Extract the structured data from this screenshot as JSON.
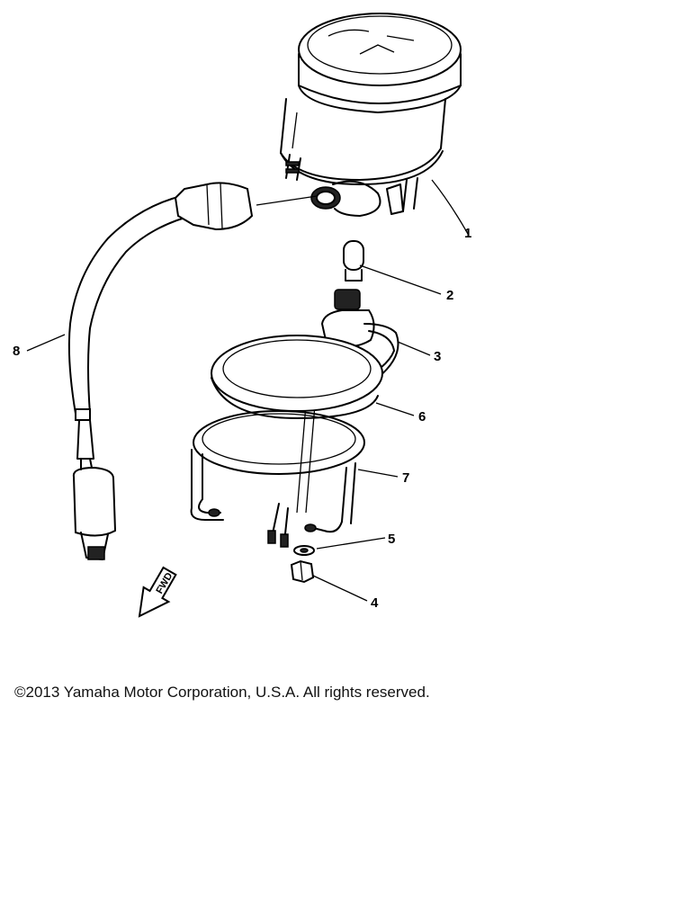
{
  "diagram": {
    "callouts": [
      {
        "label": "1"
      },
      {
        "label": "2"
      },
      {
        "label": "3"
      },
      {
        "label": "4"
      },
      {
        "label": "5"
      },
      {
        "label": "6"
      },
      {
        "label": "7"
      },
      {
        "label": "8"
      }
    ],
    "direction_marker": "FWD"
  },
  "footer": {
    "copyright": "©2013 Yamaha Motor Corporation, U.S.A. All rights reserved."
  }
}
